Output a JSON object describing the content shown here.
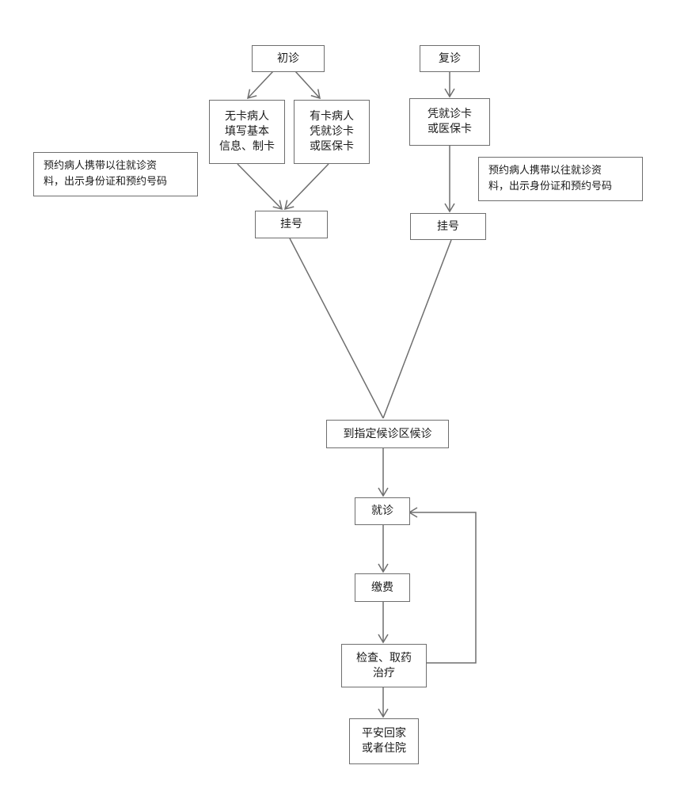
{
  "nodes": {
    "first_visit": "初诊",
    "return_visit": "复诊",
    "no_card": "无卡病人\n填写基本\n信息、制卡",
    "has_card": "有卡病人\n凭就诊卡\n或医保卡",
    "return_card": "凭就诊卡\n或医保卡",
    "register_left": "挂号",
    "register_right": "挂号",
    "waiting_area": "到指定候诊区候诊",
    "consultation": "就诊",
    "payment": "缴费",
    "exam_treatment": "检查、取药\n治疗",
    "go_home": "平安回家\n或者住院"
  },
  "notes": {
    "left": "预约病人携带以往就诊资\n料，出示身份证和预约号码",
    "right": "预约病人携带以往就诊资\n料，出示身份证和预约号码"
  },
  "colors": {
    "line": "#6e6e6e",
    "border": "#6e6e6e"
  }
}
